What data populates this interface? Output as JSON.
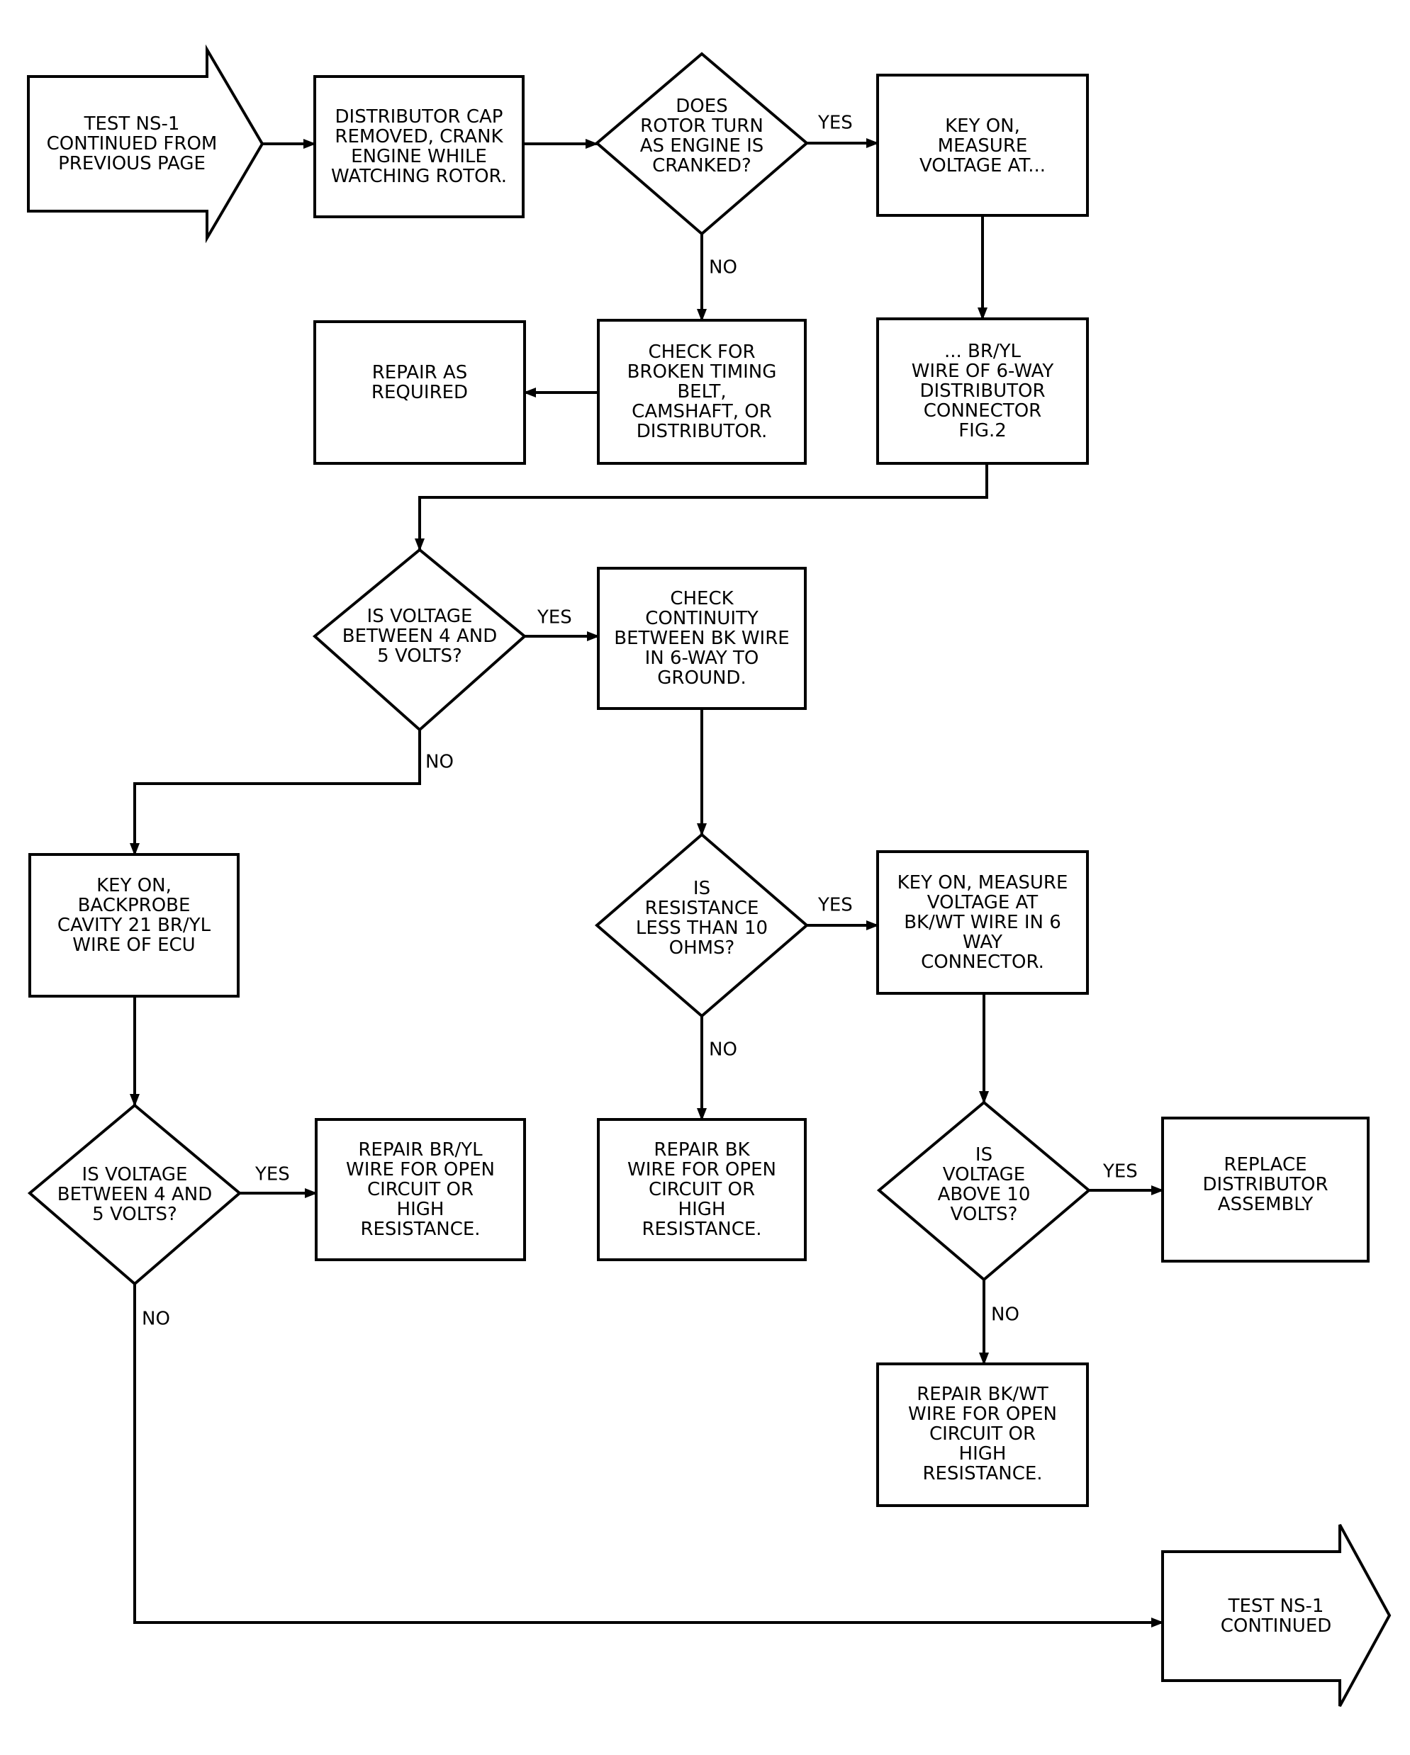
{
  "start": {
    "lines": [
      "TEST NS-1",
      "CONTINUED FROM",
      "PREVIOUS PAGE"
    ]
  },
  "end": {
    "lines": [
      "TEST NS-1",
      "CONTINUED"
    ]
  },
  "boxes": {
    "cap_removed": [
      "DISTRIBUTOR CAP",
      "REMOVED, CRANK",
      "ENGINE WHILE",
      "WATCHING ROTOR."
    ],
    "key_on_measure": [
      "KEY ON,",
      "MEASURE",
      "VOLTAGE AT..."
    ],
    "check_broken": [
      "CHECK FOR",
      "BROKEN TIMING",
      "BELT,",
      "CAMSHAFT, OR",
      "DISTRIBUTOR."
    ],
    "repair_as_required": [
      "REPAIR AS",
      "REQUIRED"
    ],
    "bryl_wire": [
      "... BR/YL",
      "WIRE OF 6-WAY",
      "DISTRIBUTOR",
      "CONNECTOR",
      "FIG.2"
    ],
    "check_continuity": [
      "CHECK",
      "CONTINUITY",
      "BETWEEN BK WIRE",
      "IN 6-WAY TO",
      "GROUND."
    ],
    "backprobe": [
      "KEY ON,",
      "BACKPROBE",
      "CAVITY 21 BR/YL",
      "WIRE OF ECU"
    ],
    "key_on_bkwt": [
      "KEY ON, MEASURE",
      "VOLTAGE AT",
      "BK/WT WIRE IN 6",
      "WAY",
      "CONNECTOR."
    ],
    "repair_bryl": [
      "REPAIR BR/YL",
      "WIRE FOR OPEN",
      "CIRCUIT OR",
      "HIGH",
      "RESISTANCE."
    ],
    "repair_bk": [
      "REPAIR BK",
      "WIRE FOR OPEN",
      "CIRCUIT OR",
      "HIGH",
      "RESISTANCE."
    ],
    "replace_distributor": [
      "REPLACE",
      "DISTRIBUTOR",
      "ASSEMBLY"
    ],
    "repair_bkwt": [
      "REPAIR BK/WT",
      "WIRE FOR OPEN",
      "CIRCUIT OR",
      "HIGH",
      "RESISTANCE."
    ]
  },
  "decisions": {
    "rotor_turn": [
      "DOES",
      "ROTOR TURN",
      "AS ENGINE IS",
      "CRANKED?"
    ],
    "voltage_4_5_a": [
      "IS VOLTAGE",
      "BETWEEN 4 AND",
      "5 VOLTS?"
    ],
    "resistance_10": [
      "IS",
      "RESISTANCE",
      "LESS THAN 10",
      "OHMS?"
    ],
    "voltage_4_5_b": [
      "IS VOLTAGE",
      "BETWEEN 4 AND",
      "5 VOLTS?"
    ],
    "voltage_above_10": [
      "IS",
      "VOLTAGE",
      "ABOVE 10",
      "VOLTS?"
    ]
  },
  "labels": {
    "yes": "YES",
    "no": "NO"
  }
}
